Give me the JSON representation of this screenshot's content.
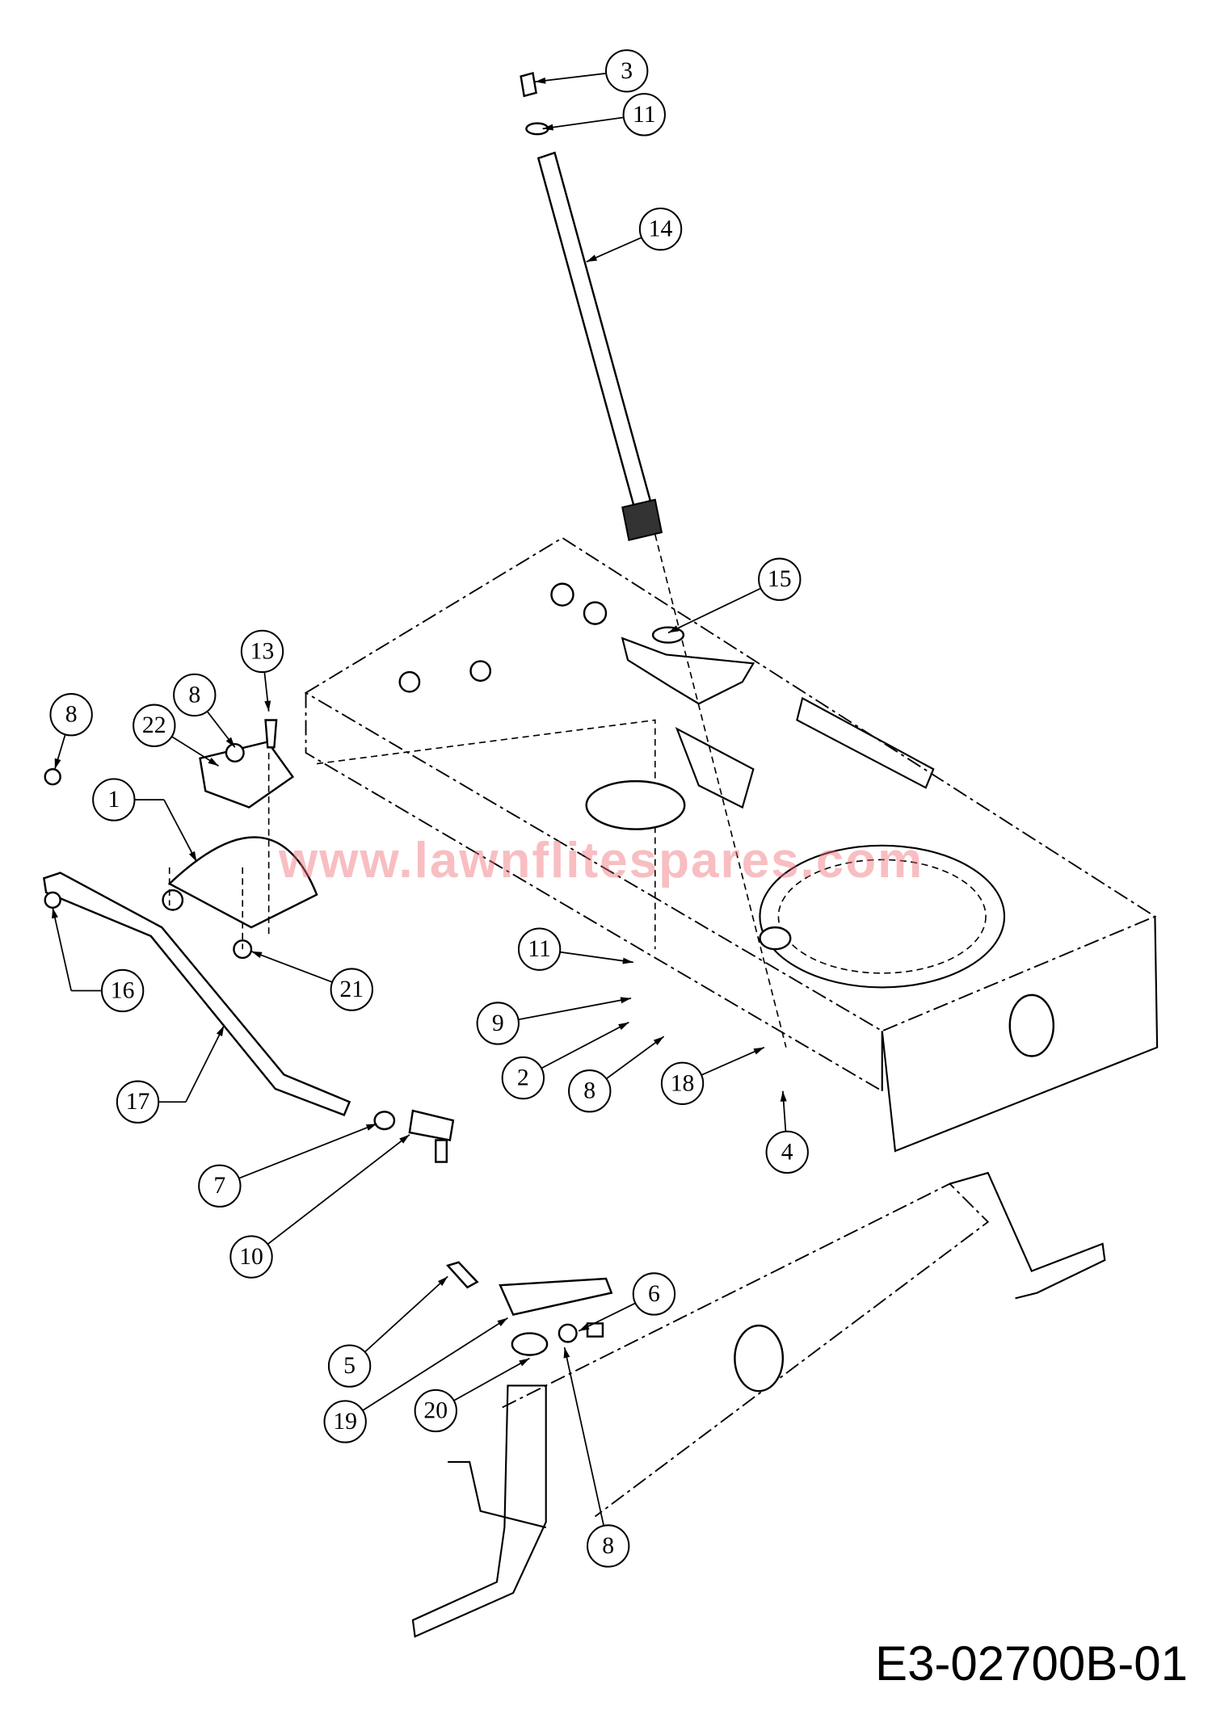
{
  "diagram": {
    "code": "E3-02700B-01",
    "watermark": "www.lawnflitespares.com",
    "callouts": [
      {
        "label": "3",
        "name": "callout-3"
      },
      {
        "label": "11",
        "name": "callout-11-top"
      },
      {
        "label": "14",
        "name": "callout-14"
      },
      {
        "label": "15",
        "name": "callout-15"
      },
      {
        "label": "13",
        "name": "callout-13"
      },
      {
        "label": "8",
        "name": "callout-8-upper"
      },
      {
        "label": "8",
        "name": "callout-8-left"
      },
      {
        "label": "22",
        "name": "callout-22"
      },
      {
        "label": "1",
        "name": "callout-1"
      },
      {
        "label": "16",
        "name": "callout-16"
      },
      {
        "label": "21",
        "name": "callout-21"
      },
      {
        "label": "11",
        "name": "callout-11-lower"
      },
      {
        "label": "9",
        "name": "callout-9"
      },
      {
        "label": "2",
        "name": "callout-2"
      },
      {
        "label": "8",
        "name": "callout-8-mid"
      },
      {
        "label": "18",
        "name": "callout-18"
      },
      {
        "label": "4",
        "name": "callout-4"
      },
      {
        "label": "17",
        "name": "callout-17"
      },
      {
        "label": "7",
        "name": "callout-7"
      },
      {
        "label": "10",
        "name": "callout-10"
      },
      {
        "label": "6",
        "name": "callout-6"
      },
      {
        "label": "5",
        "name": "callout-5"
      },
      {
        "label": "19",
        "name": "callout-19"
      },
      {
        "label": "20",
        "name": "callout-20"
      },
      {
        "label": "8",
        "name": "callout-8-bottom"
      }
    ]
  }
}
